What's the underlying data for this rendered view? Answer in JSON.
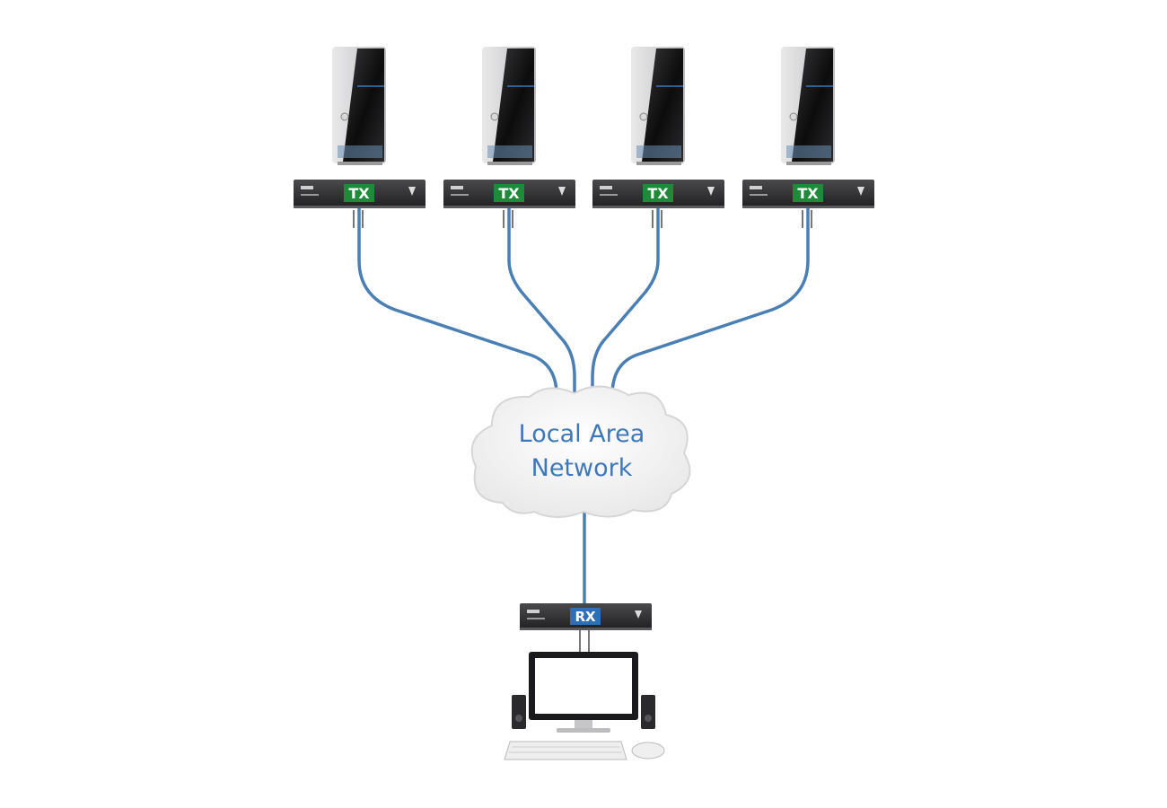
{
  "transmitters": [
    {
      "label": "TX"
    },
    {
      "label": "TX"
    },
    {
      "label": "TX"
    },
    {
      "label": "TX"
    }
  ],
  "network": {
    "line1": "Local Area",
    "line2": "Network"
  },
  "receiver": {
    "label": "RX"
  },
  "colors": {
    "cable": "#4a7fb5",
    "tx_badge": "#1e8a3a",
    "rx_badge": "#2f6fb8",
    "network_text": "#3f78b8",
    "unit_body": "#2e2e30",
    "cloud": "#f1f1f1"
  },
  "icons": {
    "source": "tower-pc-icon",
    "tx_unit": "transmitter-unit-icon",
    "rx_unit": "receiver-unit-icon",
    "network": "cloud-icon",
    "workstation": "desktop-workstation-icon"
  }
}
